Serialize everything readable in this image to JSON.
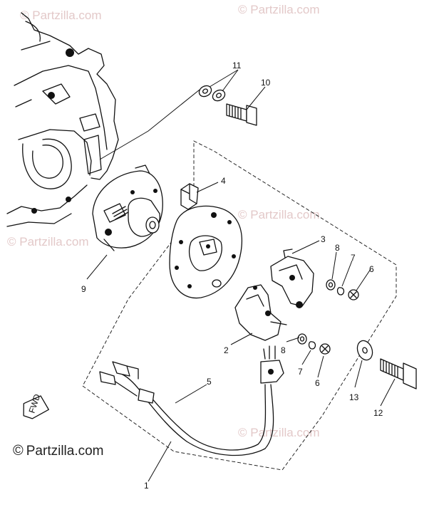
{
  "watermarks": {
    "text": "© Partzilla.com",
    "bottom_text": "Partzilla.com",
    "bottom_symbol": "©",
    "color": "#e3c9c9"
  },
  "diagram": {
    "arrow_label": "FWD",
    "callouts": [
      {
        "id": "1",
        "label": "1"
      },
      {
        "id": "2",
        "label": "2"
      },
      {
        "id": "3",
        "label": "3"
      },
      {
        "id": "4",
        "label": "4"
      },
      {
        "id": "5",
        "label": "5"
      },
      {
        "id": "6a",
        "label": "6"
      },
      {
        "id": "6b",
        "label": "6"
      },
      {
        "id": "7a",
        "label": "7"
      },
      {
        "id": "7b",
        "label": "7"
      },
      {
        "id": "8a",
        "label": "8"
      },
      {
        "id": "8b",
        "label": "8"
      },
      {
        "id": "9",
        "label": "9"
      },
      {
        "id": "10",
        "label": "10"
      },
      {
        "id": "11",
        "label": "11"
      },
      {
        "id": "12",
        "label": "12"
      },
      {
        "id": "13",
        "label": "13"
      }
    ]
  }
}
